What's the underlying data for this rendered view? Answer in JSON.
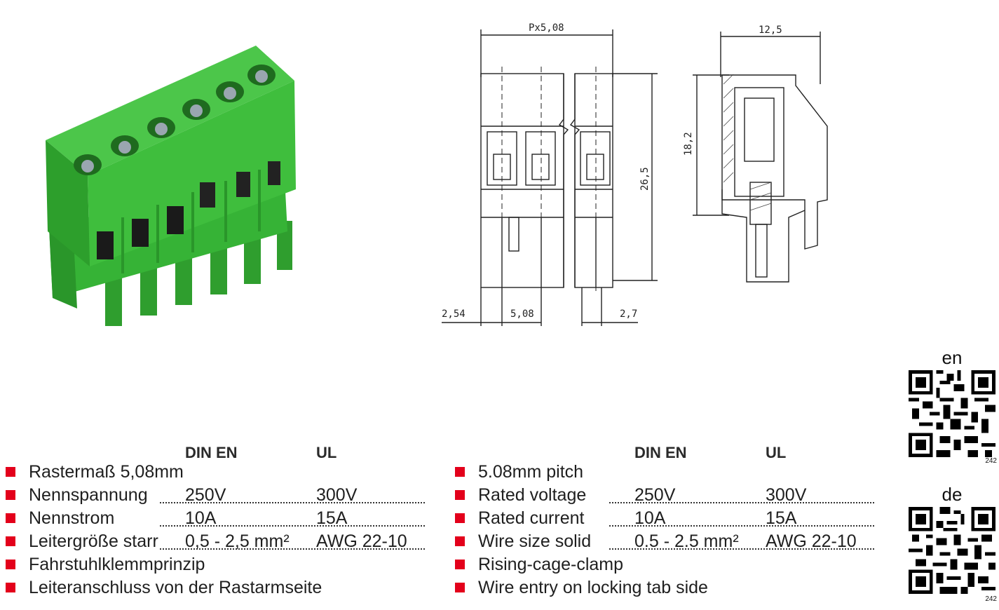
{
  "drawing": {
    "dim_pitch_label": "Px5,08",
    "dim_height_label": "26,5",
    "dim_offset_label": "2,54",
    "dim_pitch_bottom": "5,08",
    "dim_end_label": "2,7",
    "dim_width_label": "12,5",
    "dim_side_height_label": "18,2"
  },
  "colors": {
    "accent": "#e3001b",
    "product_green": "#3dbb3a"
  },
  "spec_de": {
    "col_din": "DIN EN",
    "col_ul": "UL",
    "rows": [
      {
        "label": "Rastermaß 5,08mm"
      },
      {
        "label": "Nennspannung",
        "din": "250V",
        "ul": "300V"
      },
      {
        "label": "Nennstrom",
        "din": "10A",
        "ul": "15A"
      },
      {
        "label": "Leitergröße starr",
        "din": "0,5 - 2,5 mm²",
        "ul": "AWG 22-10"
      },
      {
        "label": "Fahrstuhlklemmprinzip"
      },
      {
        "label": "Leiteranschluss von der Rastarmseite"
      }
    ]
  },
  "spec_en": {
    "col_din": "DIN EN",
    "col_ul": "UL",
    "rows": [
      {
        "label": "5.08mm pitch"
      },
      {
        "label": "Rated voltage",
        "din": "250V",
        "ul": "300V"
      },
      {
        "label": "Rated current",
        "din": "10A",
        "ul": "15A"
      },
      {
        "label": "Wire size solid",
        "din": "0.5 - 2.5 mm²",
        "ul": "AWG 22-10"
      },
      {
        "label": "Rising-cage-clamp"
      },
      {
        "label": "Wire entry on locking tab side"
      }
    ]
  },
  "qr_codes": [
    {
      "lang": "en",
      "number": "242"
    },
    {
      "lang": "de",
      "number": "242"
    }
  ]
}
